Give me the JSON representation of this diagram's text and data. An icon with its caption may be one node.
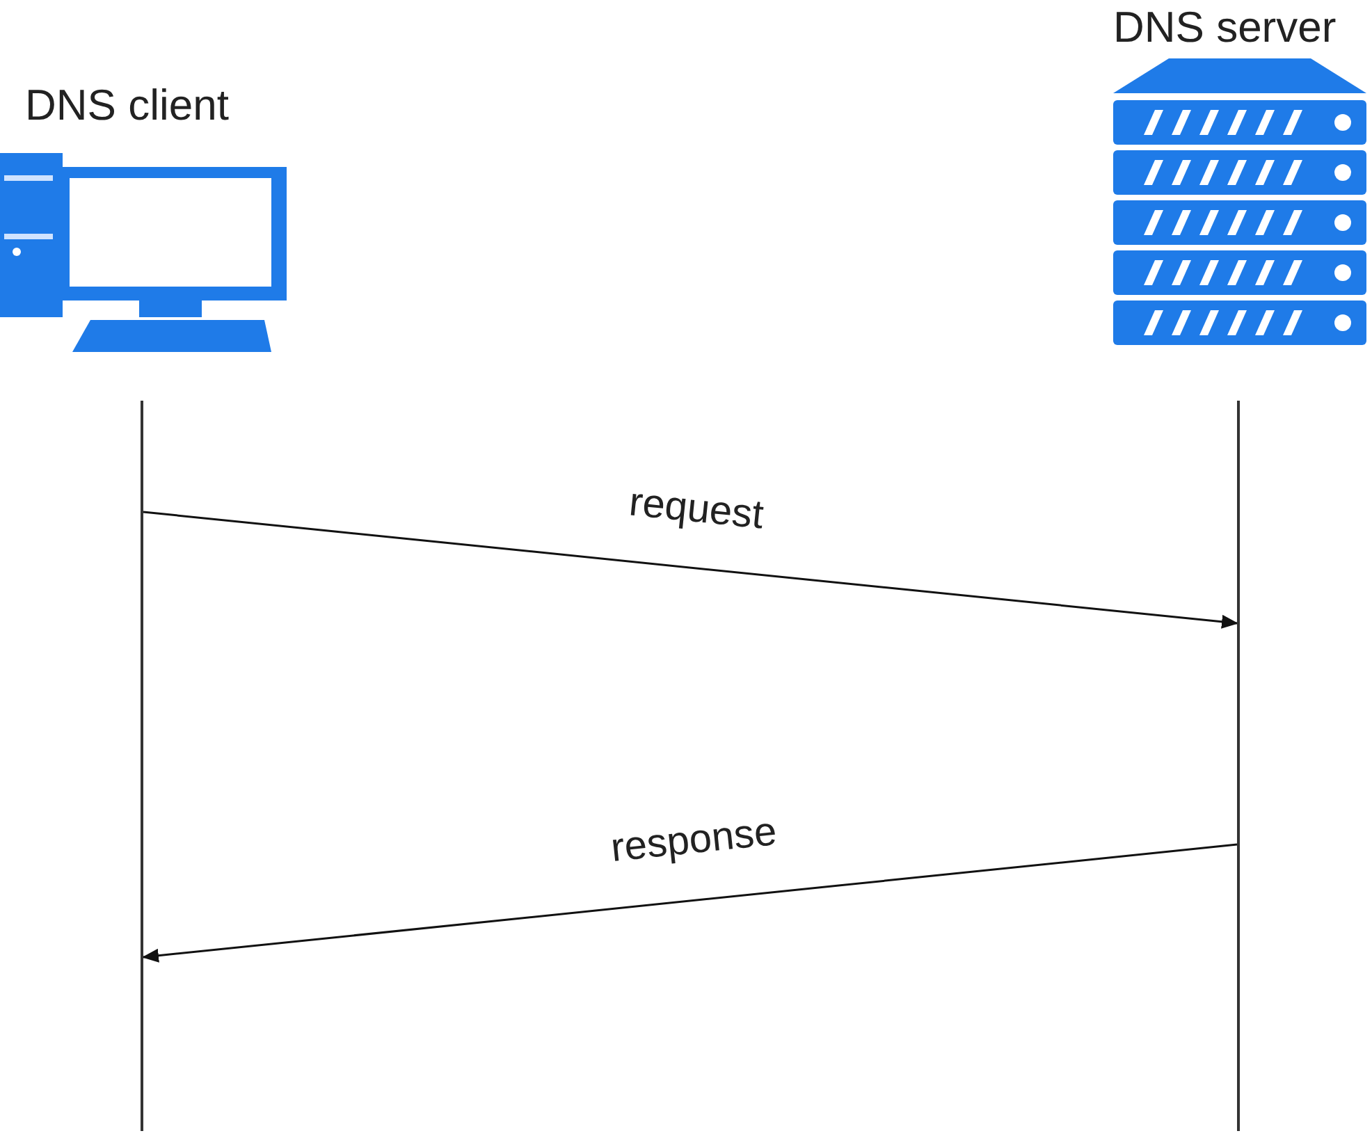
{
  "diagram": {
    "nodes": [
      {
        "text": [
          "DNS client"
        ]
      },
      {
        "text": [
          "DNS server"
        ]
      },
      {
        "text": [],
        "shape": "bar"
      },
      {
        "text": [],
        "shape": "bar"
      }
    ],
    "edges": [
      {
        "from": 2,
        "to": 3,
        "arrow": "to",
        "label": "request"
      },
      {
        "from": 3,
        "to": 2,
        "arrow": "to",
        "label": "response"
      }
    ]
  }
}
